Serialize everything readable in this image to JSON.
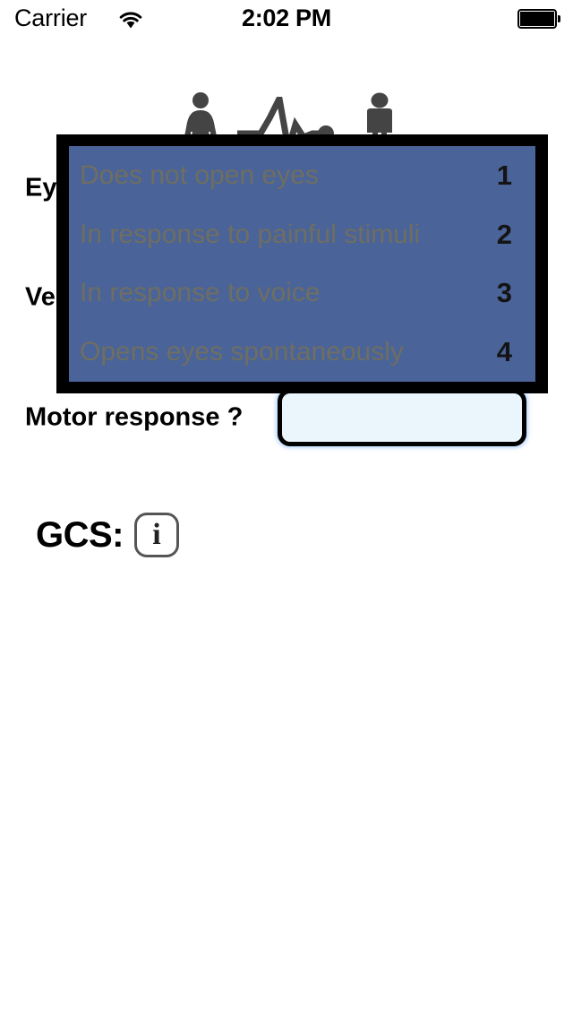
{
  "statusbar": {
    "carrier": "Carrier",
    "wifi_icon": "wifi-icon",
    "time": "2:02 PM",
    "battery_icon": "battery-full-icon"
  },
  "header": {
    "icons": [
      {
        "name": "female-figure-icon"
      },
      {
        "name": "ecg-heartbeat-icon"
      },
      {
        "name": "male-figure-icon"
      }
    ]
  },
  "form": {
    "rows": [
      {
        "label": "Eye response ?",
        "value": ""
      },
      {
        "label": "Verbal response ?",
        "value": ""
      },
      {
        "label": "Motor response ?",
        "value": ""
      }
    ]
  },
  "result": {
    "label": "GCS:",
    "value": "",
    "info_icon": "info-icon"
  },
  "dropdown": {
    "visible": true,
    "for_field": "Eye response ?",
    "options": [
      {
        "label": "Does not open eyes",
        "score": "1"
      },
      {
        "label": "In response to painful stimuli",
        "score": "2"
      },
      {
        "label": "In response to voice",
        "score": "3"
      },
      {
        "label": "Opens eyes spontaneously",
        "score": "4"
      }
    ]
  },
  "colors": {
    "overlay_blue": "#78a0f5",
    "overlay_border": "#000000",
    "field_fill": "#eaf5fc",
    "icon_gray": "#444444",
    "option_text": "#6e6e62"
  }
}
